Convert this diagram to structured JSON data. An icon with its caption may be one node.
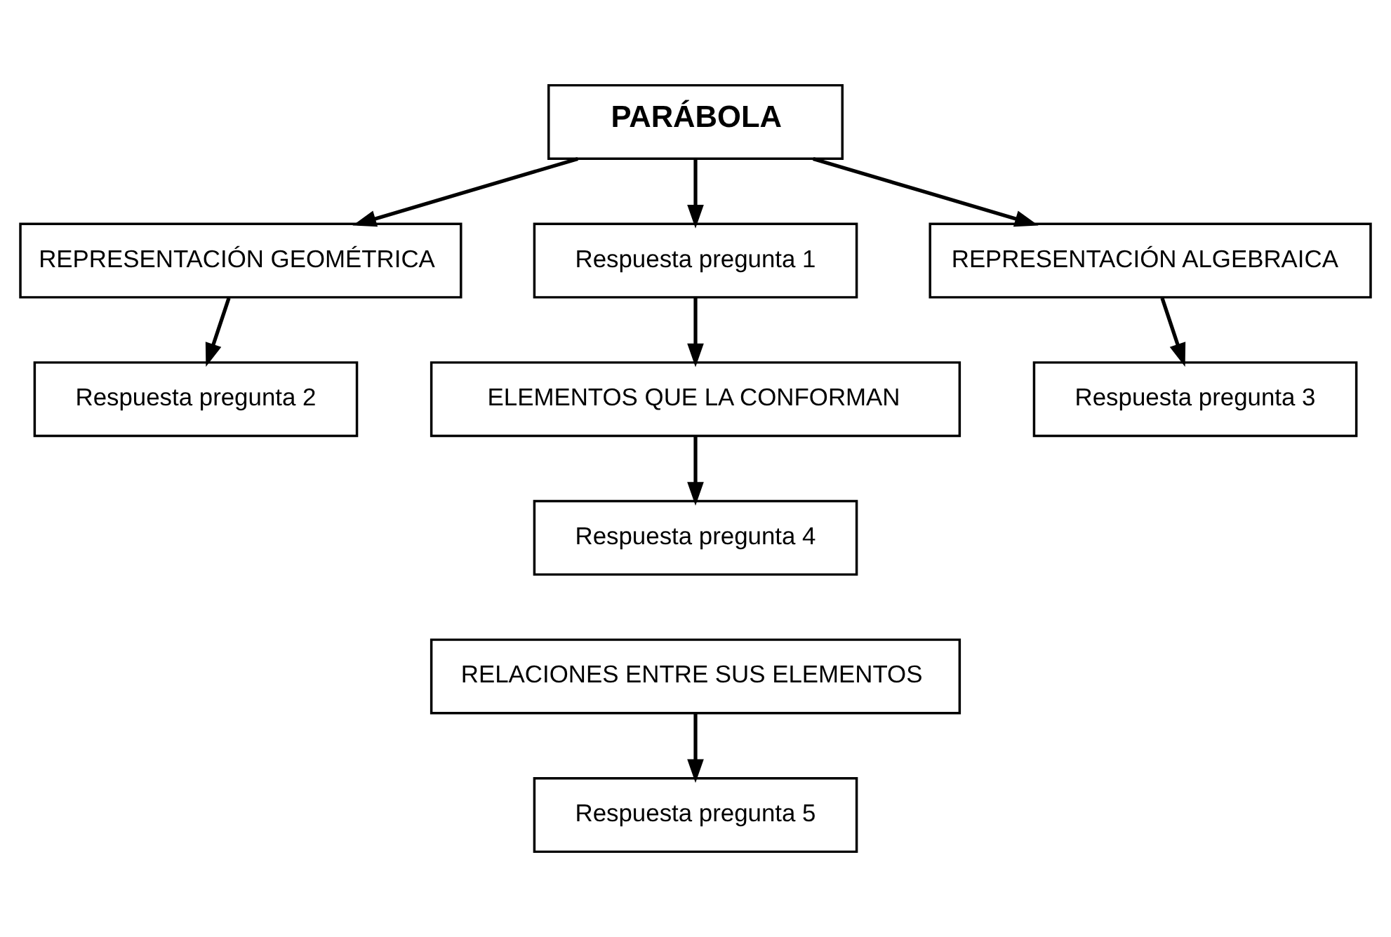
{
  "diagram": {
    "nodes": [
      {
        "text": [
          "PARÁBOLA"
        ]
      },
      {
        "text": [
          "Respuesta pregunta 1"
        ]
      },
      {
        "text": [
          "REPRESENTACIÓN GEOMÉTRICA"
        ]
      },
      {
        "text": [
          "Respuesta pregunta 2"
        ]
      },
      {
        "text": [
          "REPRESENTACIÓN ALGEBRAICA"
        ]
      },
      {
        "text": [
          "Respuesta pregunta 3"
        ]
      },
      {
        "text": [
          "ELEMENTOS QUE LA CONFORMAN"
        ]
      },
      {
        "text": [
          "Respuesta pregunta 4"
        ]
      },
      {
        "text": [
          "RELACIONES ENTRE SUS ELEMENTOS"
        ]
      },
      {
        "text": [
          "Respuesta pregunta 5"
        ]
      }
    ],
    "edges": [
      {
        "from": 0,
        "to": 1,
        "arrow": "to"
      },
      {
        "from": 0,
        "to": 2,
        "arrow": "to"
      },
      {
        "from": 0,
        "to": 4,
        "arrow": "to"
      },
      {
        "from": 2,
        "to": 3,
        "arrow": "to"
      },
      {
        "from": 4,
        "to": 5,
        "arrow": "to"
      },
      {
        "from": 1,
        "to": 6,
        "arrow": "to"
      },
      {
        "from": 6,
        "to": 7,
        "arrow": "to"
      },
      {
        "from": 8,
        "to": 9,
        "arrow": "to"
      }
    ]
  }
}
